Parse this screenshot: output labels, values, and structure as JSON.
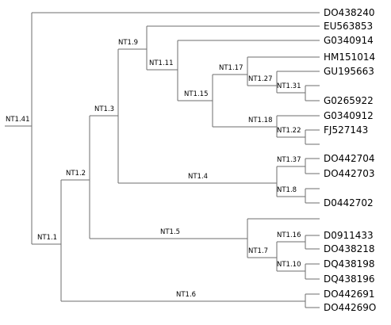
{
  "tree": {
    "nodes": [
      {
        "id": "root",
        "label": "NT1.41"
      },
      {
        "id": "n11",
        "label": "NT1.1"
      },
      {
        "id": "n12",
        "label": "NT1.2"
      },
      {
        "id": "n13",
        "label": "NT1.3"
      },
      {
        "id": "n19",
        "label": "NT1.9"
      },
      {
        "id": "n111",
        "label": "NT1.11"
      },
      {
        "id": "n115",
        "label": "NT1.15"
      },
      {
        "id": "n117",
        "label": "NT1.17"
      },
      {
        "id": "n127",
        "label": "NT1.27"
      },
      {
        "id": "n131",
        "label": "NT1.31"
      },
      {
        "id": "n118",
        "label": "NT1.18"
      },
      {
        "id": "n122",
        "label": "NT1.22"
      },
      {
        "id": "n14",
        "label": "NT1.4"
      },
      {
        "id": "n137",
        "label": "NT1.37"
      },
      {
        "id": "n18",
        "label": "NT1.8"
      },
      {
        "id": "n15",
        "label": "NT1.5"
      },
      {
        "id": "n17",
        "label": "NT1.7"
      },
      {
        "id": "n116",
        "label": "NT1.16"
      },
      {
        "id": "n110",
        "label": "NT1.10"
      },
      {
        "id": "n16",
        "label": "NT1.6"
      }
    ],
    "leaves": [
      "DO438240",
      "EU563853",
      "G0340914",
      "HM151014",
      "GU195663",
      "",
      "G0265922",
      "G0340912",
      "FJ527143",
      "",
      "DO442704",
      "DO442703",
      "",
      "D0442702",
      "",
      "D0911433",
      "DO438218",
      "DQ438198",
      "DQ438196",
      "DO442691",
      "DO44269O"
    ]
  }
}
